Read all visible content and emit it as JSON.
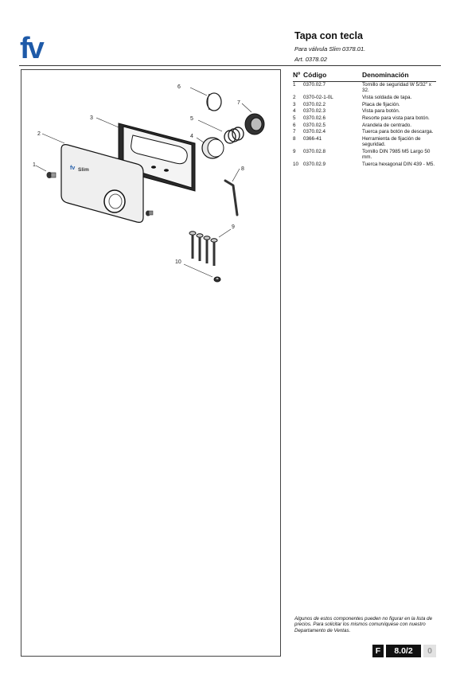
{
  "header": {
    "brand": "fv",
    "title": "Tapa con tecla",
    "subtitle": "Para válvula Slim 0378.01.",
    "article": "Art. 0378.02"
  },
  "drawing": {
    "plate_brand": "Slim",
    "callouts": [
      "1",
      "2",
      "3",
      "4",
      "5",
      "6",
      "7",
      "8",
      "9",
      "10"
    ]
  },
  "parts_table": {
    "headers": [
      "Nº",
      "Código",
      "Denominación"
    ],
    "rows": [
      {
        "no": "1",
        "code": "0370.02.7",
        "desc": "Tornillo de seguridad W 5/32\" x 32."
      },
      {
        "no": "2",
        "code": "0370-02-1-0L",
        "desc": "Vista soldada de tapa."
      },
      {
        "no": "3",
        "code": "0370.02.2",
        "desc": "Placa de fijación."
      },
      {
        "no": "4",
        "code": "0370.02.3",
        "desc": "Vista para botón."
      },
      {
        "no": "5",
        "code": "0370.02.6",
        "desc": "Resorte para vista para botón."
      },
      {
        "no": "6",
        "code": "0370.02.5",
        "desc": "Arandela de centrado."
      },
      {
        "no": "7",
        "code": "0370.02.4",
        "desc": "Tuerca para botón de descarga."
      },
      {
        "no": "8",
        "code": "0366-41",
        "desc": "Herramienta de fijación de seguridad."
      },
      {
        "no": "9",
        "code": "0370.02.8",
        "desc": "Tornillo DIN 7985 M5 Largo 50 mm."
      },
      {
        "no": "10",
        "code": "0370.02.9",
        "desc": "Tuerca hexagonal DIN 439 - M5."
      }
    ]
  },
  "footer": {
    "note": "Algunos de estos componentes pueden no figurar en la lista de precios. Para solicitar los mismos comuníquese con nuestro Departamento de Ventas.",
    "section_letter": "F",
    "page": "8.0/2",
    "revision": "0"
  }
}
